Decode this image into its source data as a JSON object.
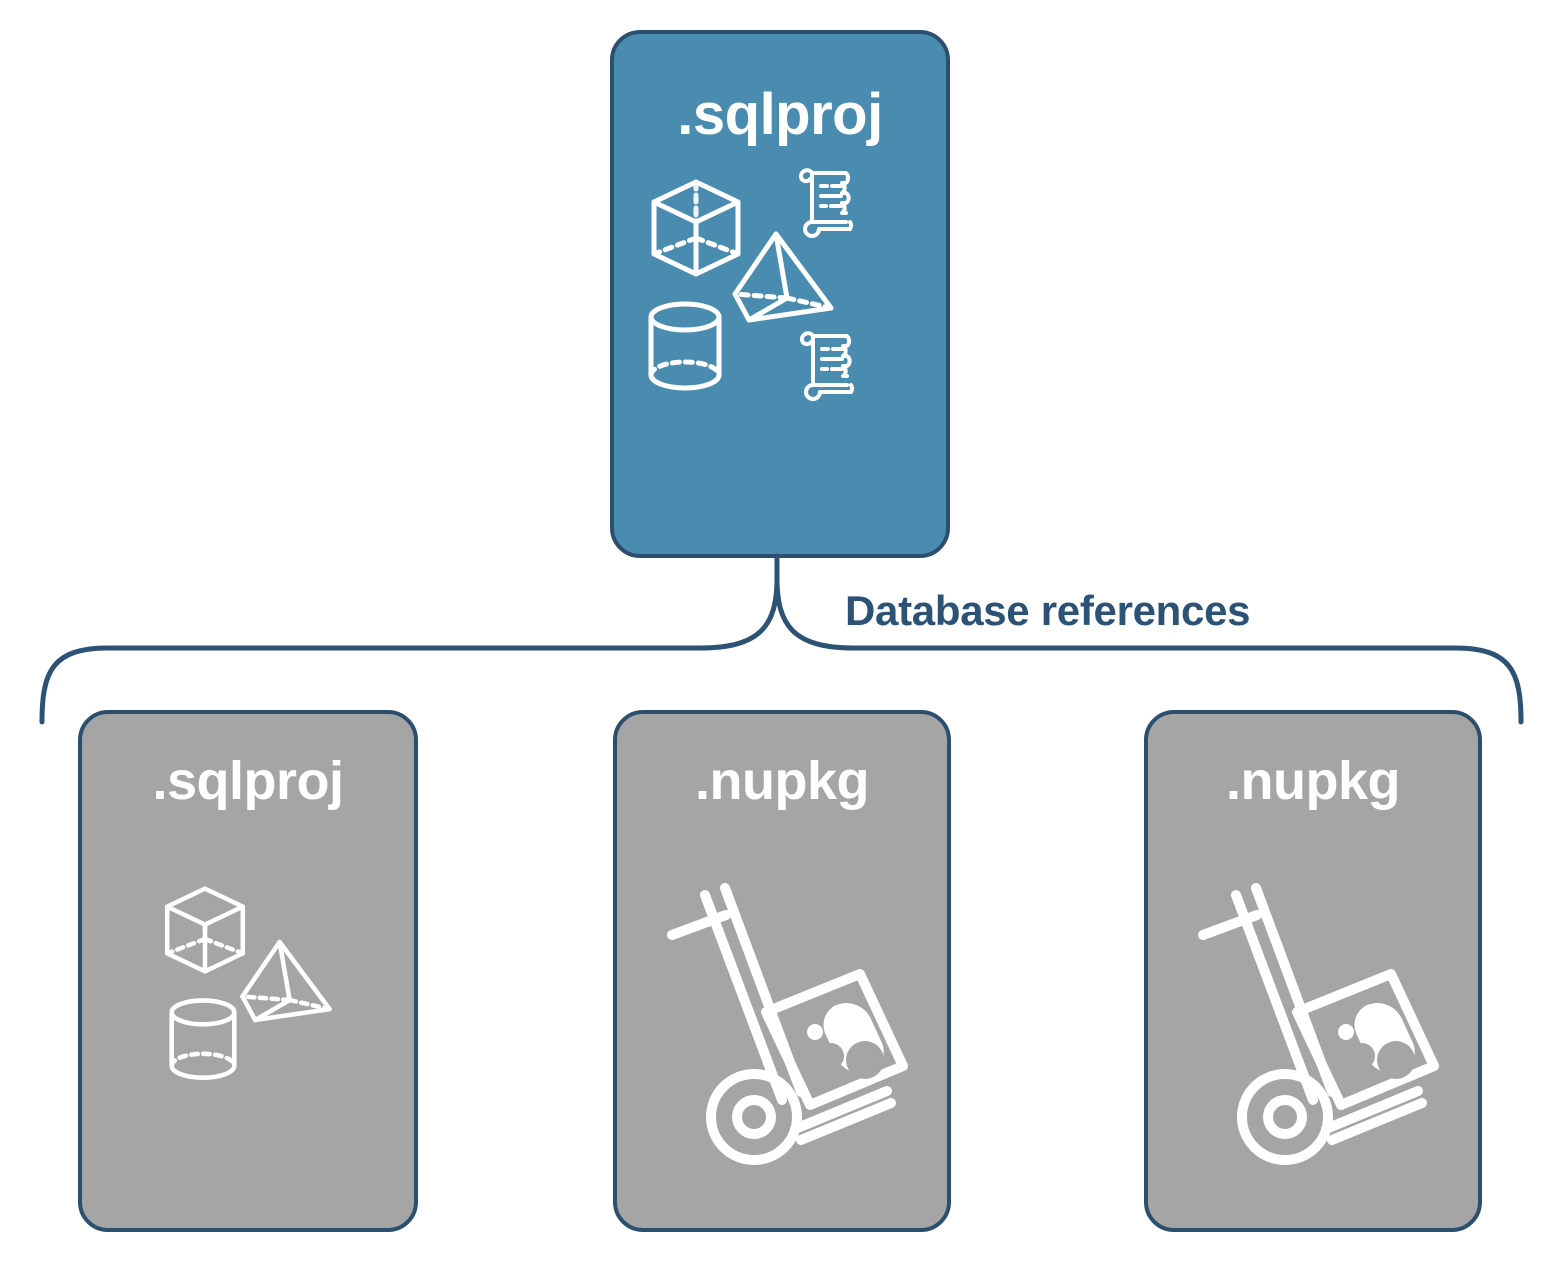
{
  "diagram": {
    "title_text": "Database references",
    "connector_label": "Database references",
    "colors": {
      "primary_fill": "#4a8cb0",
      "secondary_fill": "#a5a5a5",
      "stroke": "#2c4f6d",
      "label_text": "#2c5375",
      "node_text": "#ffffff",
      "background": "#ffffff"
    },
    "parent": {
      "label": ".sqlproj",
      "fill": "#4a8cb0",
      "icons": [
        "cube-icon",
        "pyramid-icon",
        "cylinder-icon",
        "script-scroll-icon",
        "script-scroll-icon"
      ]
    },
    "children": [
      {
        "label": ".sqlproj",
        "fill": "#a5a5a5",
        "icons": [
          "cube-icon",
          "pyramid-icon",
          "cylinder-icon"
        ]
      },
      {
        "label": ".nupkg",
        "fill": "#a5a5a5",
        "icons": [
          "hand-truck-package-icon"
        ]
      },
      {
        "label": ".nupkg",
        "fill": "#a5a5a5",
        "icons": [
          "hand-truck-package-icon"
        ]
      }
    ]
  }
}
